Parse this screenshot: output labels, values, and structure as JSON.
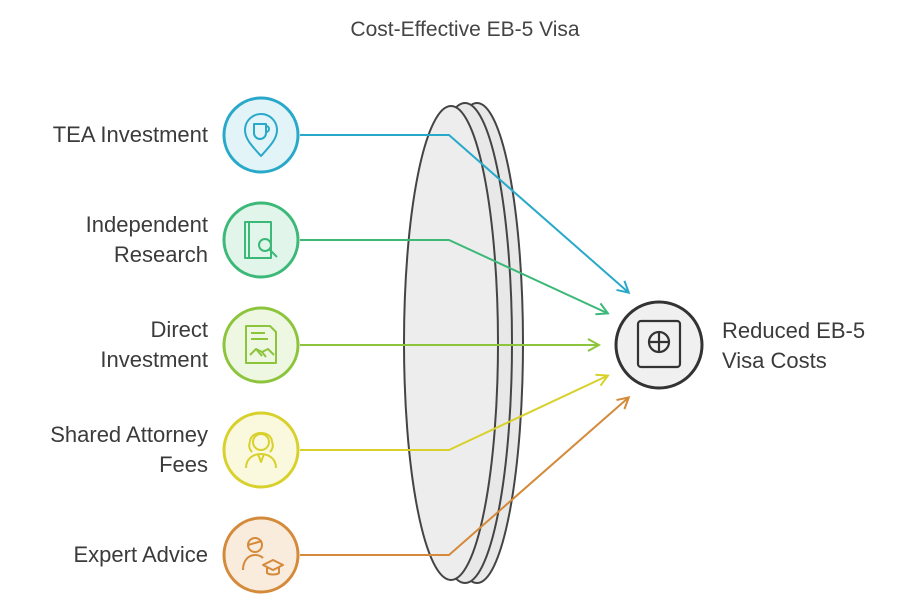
{
  "title": "Cost-Effective EB-5 Visa",
  "inputs": [
    {
      "lines": [
        "TEA Investment"
      ],
      "icon": "map-pin-cup-icon",
      "color": "#29a9c9",
      "fill": "#e3f4f9"
    },
    {
      "lines": [
        "Independent",
        "Research"
      ],
      "icon": "book-search-icon",
      "color": "#3cb878",
      "fill": "#e2f5ea"
    },
    {
      "lines": [
        "Direct",
        "Investment"
      ],
      "icon": "contract-handshake-icon",
      "color": "#8cc43c",
      "fill": "#eef7e2"
    },
    {
      "lines": [
        "Shared Attorney",
        "Fees"
      ],
      "icon": "judge-icon",
      "color": "#d8d12c",
      "fill": "#faf8dd"
    },
    {
      "lines": [
        "Expert Advice"
      ],
      "icon": "graduate-icon",
      "color": "#d48a3a",
      "fill": "#faecdc"
    }
  ],
  "result": {
    "lines": [
      "Reduced EB-5",
      "Visa Costs"
    ],
    "icon": "safe-icon",
    "color": "#333333",
    "fill": "#f0f0f0"
  }
}
